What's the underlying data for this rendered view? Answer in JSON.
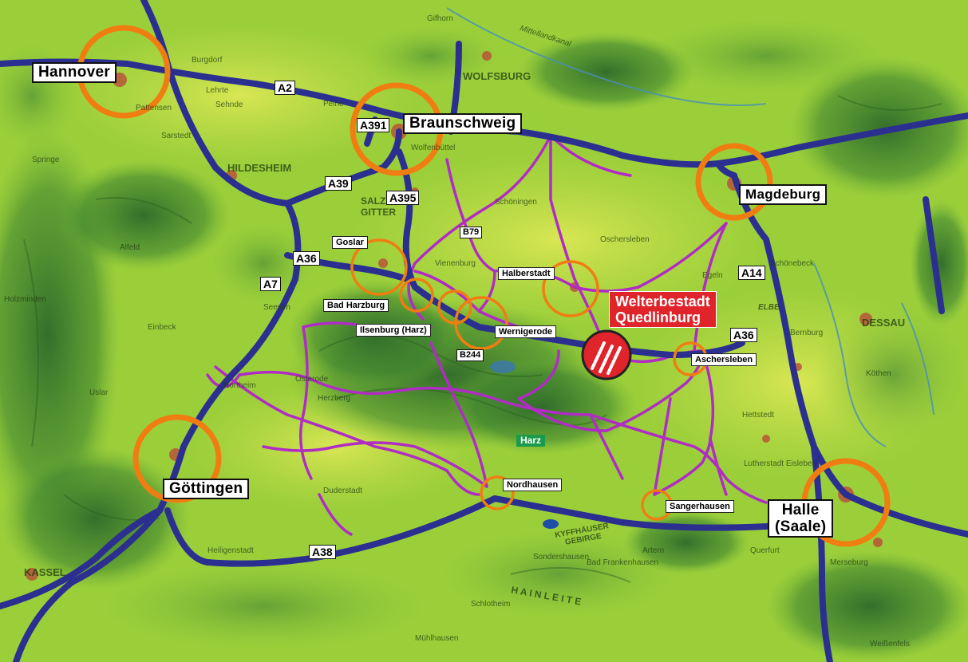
{
  "map": {
    "major_cities": {
      "hannover": "Hannover",
      "braunschweig": "Braunschweig",
      "magdeburg": "Magdeburg",
      "goettingen": "Göttingen",
      "halle_line1": "Halle",
      "halle_line2": "(Saale)"
    },
    "towns": {
      "goslar": "Goslar",
      "bad_harzburg": "Bad Harzburg",
      "ilsenburg": "Ilsenburg (Harz)",
      "wernigerode": "Wernigerode",
      "halberstadt": "Halberstadt",
      "aschersleben": "Aschersleben",
      "nordhausen": "Nordhausen",
      "sangerhausen": "Sangerhausen"
    },
    "destination": {
      "line1": "Welterbestadt",
      "line2": "Quedlinburg"
    },
    "region": "Harz",
    "roads": {
      "a2": "A2",
      "a391": "A391",
      "a39": "A39",
      "a395": "A395",
      "b79": "B79",
      "a36_west": "A36",
      "a36_east": "A36",
      "a7": "A7",
      "b244": "B244",
      "a14": "A14",
      "a38": "A38"
    },
    "background_places": {
      "wolfsburg": "WOLFSBURG",
      "hildesheim": "HILDESHEIM",
      "dessau": "DESSAU",
      "kassel": "KASSEL",
      "mittellandkanal": "Mittellandkanal",
      "gifhorn": "Gifhorn",
      "peine": "Peine",
      "lehrte": "Lehrte",
      "sehnde": "Sehnde",
      "wolfenbuettel": "Wolfenbüttel",
      "oschersleben": "Oschersleben",
      "schoeningen": "Schöningen",
      "egeln": "Egeln",
      "schoenebeck": "Schönebeck",
      "bernburg": "Bernburg",
      "koethen": "Köthen",
      "hettstedt": "Hettstedt",
      "eisleben": "Lutherstadt Eisleben",
      "merseburg": "Merseburg",
      "weissenfels": "Weißenfels",
      "querfurt": "Querfurt",
      "artern": "Artern",
      "duderstadt": "Duderstadt",
      "heiligenstadt": "Heiligenstadt",
      "muehlhausen": "Mühlhausen",
      "schlotheim": "Schlotheim",
      "sondershausen": "Sondershausen",
      "bad_frankenhausen": "Bad Frankenhausen",
      "herzberg": "Herzberg",
      "osterode": "Osterode",
      "einbeck": "Einbeck",
      "alfeld": "Alfeld",
      "seesen": "Seesen",
      "northeim": "Northeim",
      "uslar": "Uslar",
      "holzminden": "Holzminden",
      "sarstedt": "Sarstedt",
      "springe": "Springe",
      "pattensen": "Pattensen",
      "burgdorf": "Burgdorf",
      "vienenburg": "Vienenburg",
      "salzgitter": "SALZ GITTER",
      "elbe": "ELBE",
      "eisleben_short": "Eisleben",
      "kyffhaeuser": "KYFFHÄUSER GEBIRGE",
      "hainleite": "H A I N L E I T E"
    },
    "colors": {
      "autobahn": "#2b2f8f",
      "bundesstrasse": "#b02cc4",
      "major_city_ring": "#f07d12",
      "destination": "#e0242b",
      "terrain": "#9bcf3a",
      "mountains": "#2f6a2a"
    }
  }
}
